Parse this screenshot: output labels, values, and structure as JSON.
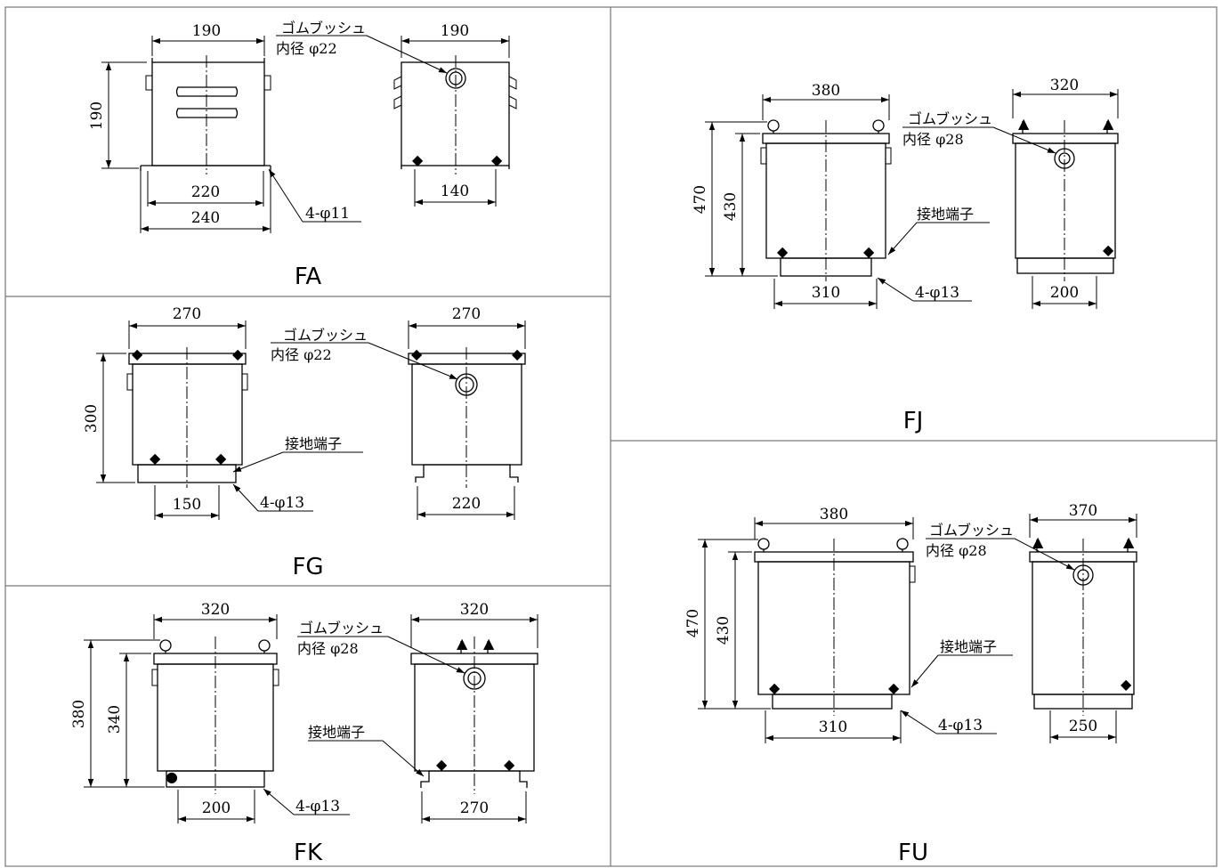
{
  "panels": {
    "fa": {
      "model": "FA",
      "front_width": "190",
      "front_height": "190",
      "base_inner": "220",
      "base_outer": "240",
      "mount_holes": "4-φ11",
      "grommet_label": "ゴムブッシュ",
      "grommet_bore": "内径 φ22",
      "side_width": "190",
      "side_base": "140"
    },
    "fg": {
      "model": "FG",
      "front_width": "270",
      "front_height": "300",
      "base_width": "150",
      "mount_holes": "4-φ13",
      "ground_label": "接地端子",
      "grommet_label": "ゴムブッシュ",
      "grommet_bore": "内径 φ22",
      "side_width": "270",
      "side_base": "220"
    },
    "fk": {
      "model": "FK",
      "front_width": "320",
      "total_height": "380",
      "body_height": "340",
      "base_width": "200",
      "mount_holes": "4-φ13",
      "ground_label": "接地端子",
      "grommet_label": "ゴムブッシュ",
      "grommet_bore": "内径 φ28",
      "side_width": "320",
      "side_base": "270"
    },
    "fj": {
      "model": "FJ",
      "front_width": "380",
      "total_height": "470",
      "body_height": "430",
      "base_width": "310",
      "mount_holes": "4-φ13",
      "ground_label": "接地端子",
      "grommet_label": "ゴムブッシュ",
      "grommet_bore": "内径 φ28",
      "side_width": "320",
      "side_base": "200"
    },
    "fu": {
      "model": "FU",
      "front_width": "380",
      "total_height": "470",
      "body_height": "430",
      "base_width": "310",
      "mount_holes": "4-φ13",
      "ground_label": "接地端子",
      "grommet_label": "ゴムブッシュ",
      "grommet_bore": "内径 φ28",
      "side_width": "370",
      "side_base": "250"
    }
  }
}
